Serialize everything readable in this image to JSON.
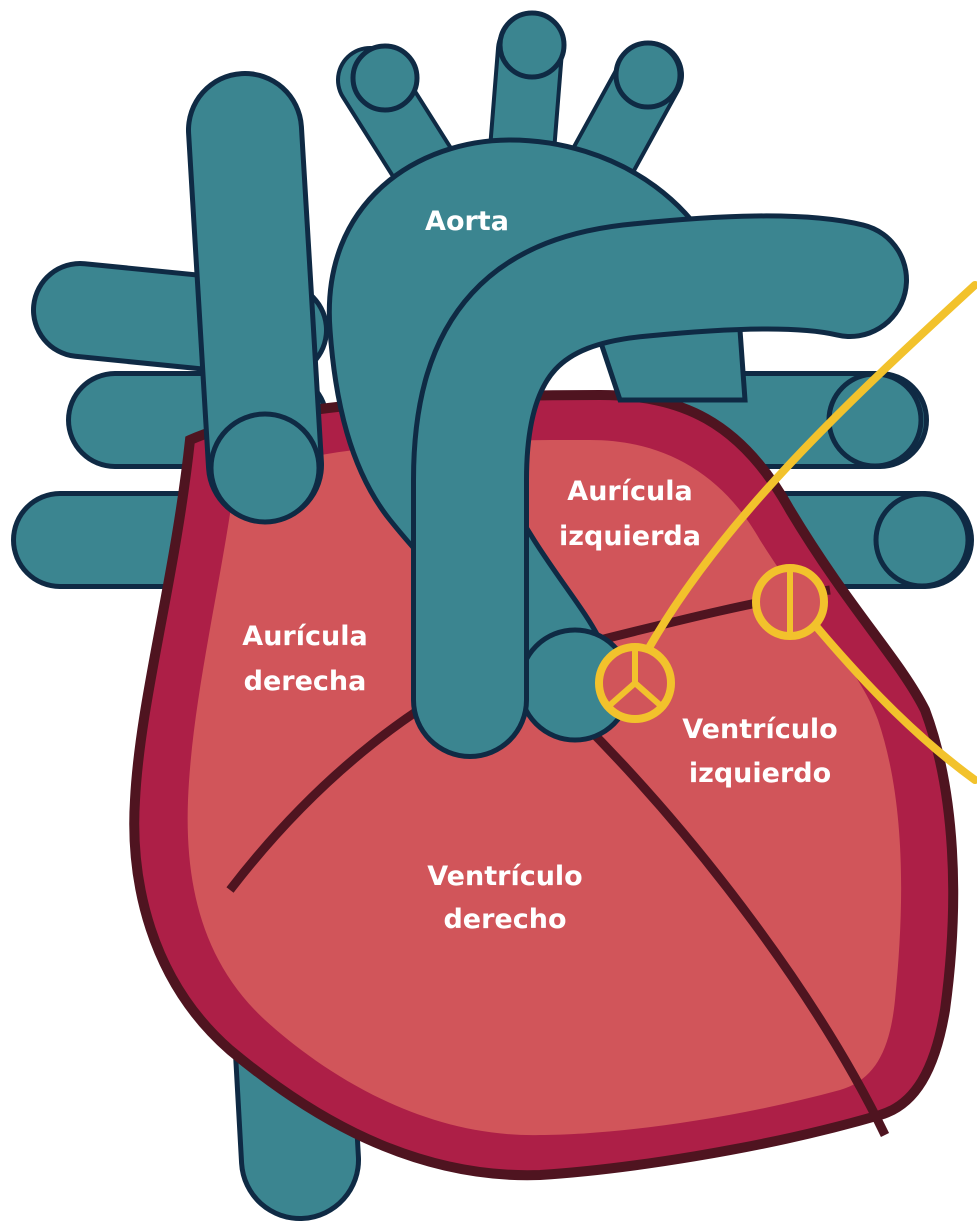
{
  "colors": {
    "vessel": "#3b8590",
    "outline": "#0f2a44",
    "heart_outer": "#ad1f47",
    "heart_inner": "#d1555a",
    "heart_edge": "#4f1420",
    "valve": "#f2c22c",
    "label_text": "#ffffff"
  },
  "labels": {
    "aorta": "Aorta",
    "right_atrium_1": "Aurícula",
    "right_atrium_2": "derecha",
    "left_atrium_1": "Aurícula",
    "left_atrium_2": "izquierda",
    "right_ventricle_1": "Ventrículo",
    "right_ventricle_2": "derecho",
    "left_ventricle_1": "Ventrículo",
    "left_ventricle_2": "izquierdo"
  }
}
